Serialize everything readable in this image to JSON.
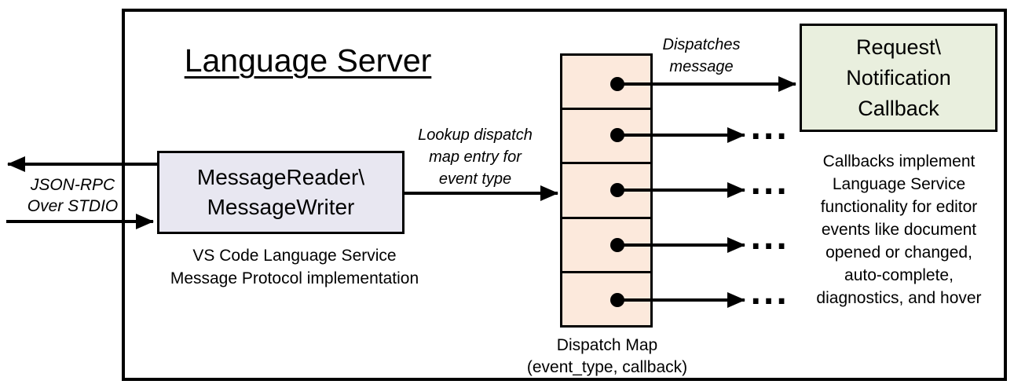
{
  "diagram": {
    "title": "Language Server"
  },
  "left_io": {
    "label": "JSON-RPC\nOver STDIO"
  },
  "message_box": {
    "label": "MessageReader\\\nMessageWriter",
    "caption": "VS Code Language Service\nMessage Protocol implementation",
    "fill": "#e8e7f1"
  },
  "lookup_arrow": {
    "label": "Lookup dispatch\nmap entry for\nevent type"
  },
  "dispatch_map": {
    "cell_count": 5,
    "caption": "Dispatch Map\n(event_type, callback)",
    "fill": "#fce9dc"
  },
  "dispatch_arrow": {
    "label": "Dispatches\nmessage"
  },
  "callback_box": {
    "label": "Request\\\nNotification\nCallback",
    "fill": "#e9efde"
  },
  "callbacks_note": "Callbacks implement\nLanguage Service\nfunctionality for editor\nevents like document\nopened or changed,\nauto-complete,\ndiagnostics, and hover",
  "ellipsis": "..."
}
